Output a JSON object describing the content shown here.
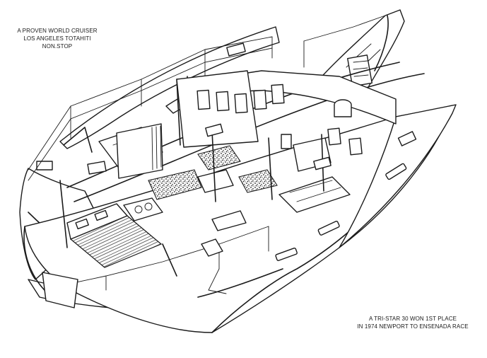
{
  "captions": {
    "top": [
      "A PROVEN WORLD CRUISER",
      "LOS ANGELES TOTAHITI",
      "NON.STOP"
    ],
    "bottom": [
      "A TRI-STAR 30 WON 1ST PLACE",
      "IN 1974 NEWPORT TO ENSENADA RACE"
    ]
  },
  "colors": {
    "ink": "#1b1b1b",
    "paper": "#ffffff"
  }
}
